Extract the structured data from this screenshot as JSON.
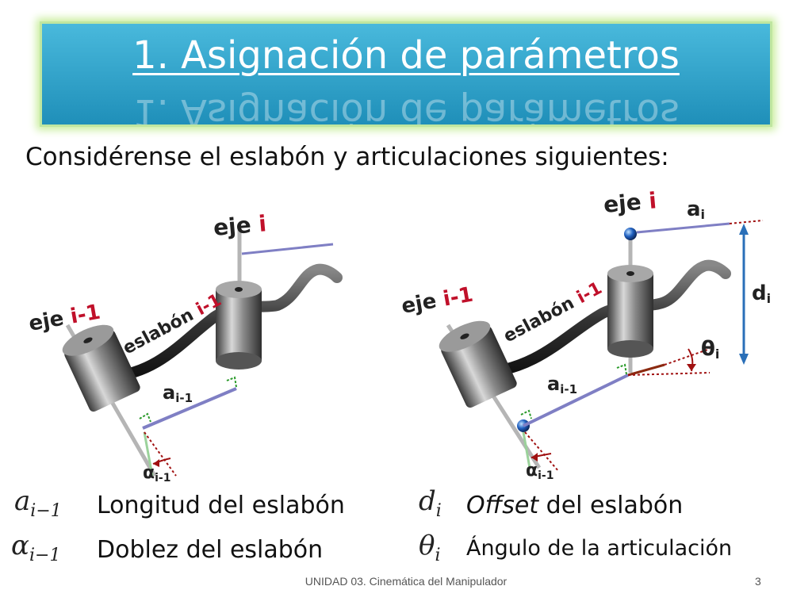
{
  "title": "1. Asignación de parámetros",
  "subtitle": "Considérense el eslabón y articulaciones siguientes:",
  "left_figure": {
    "eje_label": "eje",
    "eje_i_index": "i",
    "eje_prev_index": "i-1",
    "link_word": "eslabón",
    "link_index": "i-1",
    "a_prev": {
      "base": "a",
      "sub": "i-1"
    },
    "alpha_prev": {
      "base": "α",
      "sub": "i-1"
    }
  },
  "right_figure": {
    "eje_label": "eje",
    "eje_i_index": "i",
    "eje_prev_index": "i-1",
    "link_word": "eslabón",
    "link_index": "i-1",
    "a_i": {
      "base": "a",
      "sub": "i"
    },
    "d_i": {
      "base": "d",
      "sub": "i"
    },
    "theta_i": {
      "base": "θ",
      "sub": "i"
    },
    "a_prev": {
      "base": "a",
      "sub": "i-1"
    },
    "alpha_prev": {
      "base": "α",
      "sub": "i-1"
    }
  },
  "legend": [
    {
      "sym_base": "a",
      "sym_sub": "i−1",
      "text": "Longitud del eslabón"
    },
    {
      "sym_base": "α",
      "sym_sub": "i−1",
      "text": "Doblez del eslabón"
    },
    {
      "sym_base": "d",
      "sym_sub": "i",
      "text_em": "Offset",
      "text": " del eslabón"
    },
    {
      "sym_base": "θ",
      "sym_sub": "i",
      "text": "Ángulo de la articulación"
    }
  ],
  "footer": "UNIDAD 03. Cinemática del Manipulador",
  "page_number": "3",
  "colors": {
    "title_bg": "#2aa0cc",
    "title_glow": "#c9ee9c",
    "label_red": "#c0102a",
    "link_purple": "#7f7fc4",
    "d_blue": "#2a6fb8",
    "angle_red": "#a01010"
  }
}
